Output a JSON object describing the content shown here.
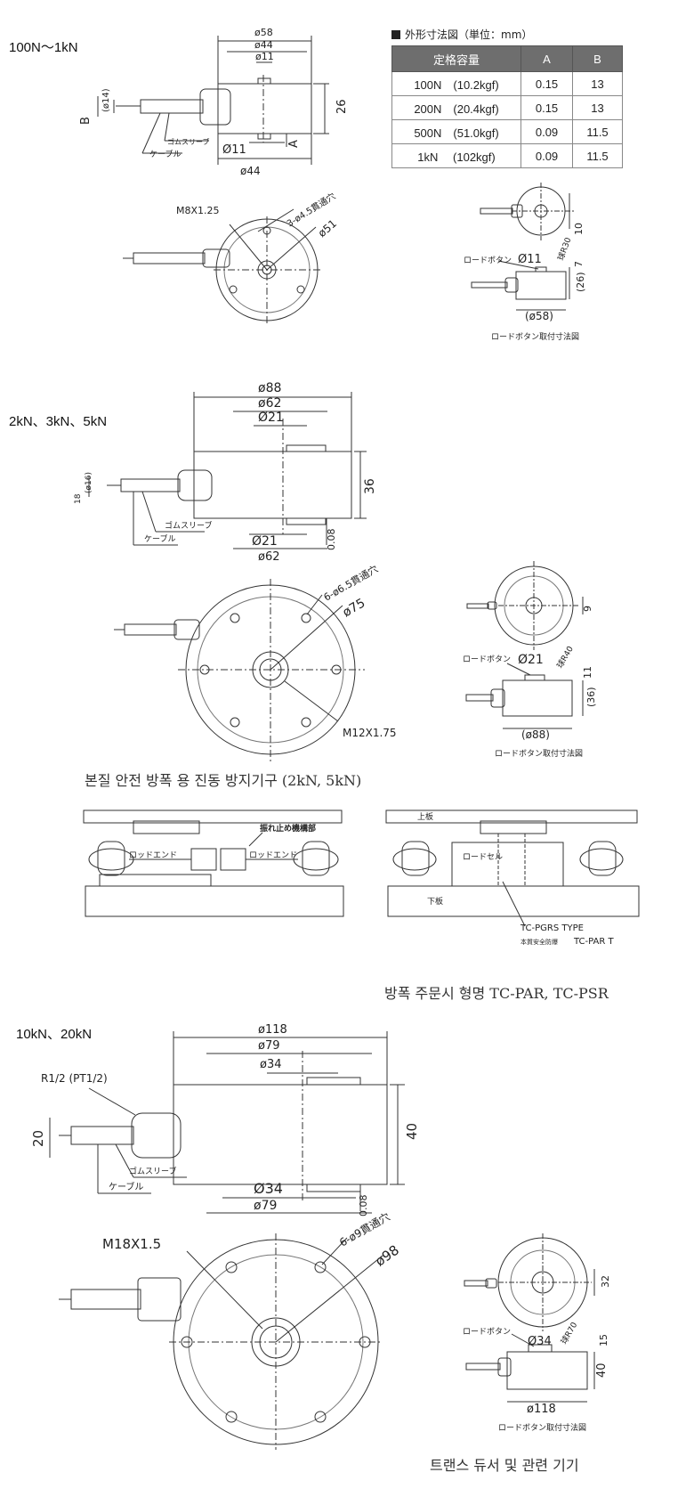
{
  "sections": {
    "s1": "100N～1kN",
    "s2": "2kN、3kN、5kN",
    "s3": "10kN、20kN"
  },
  "spec_table": {
    "title": "外形寸法図（単位：mm）",
    "headers": [
      "定格容量",
      "A",
      "B"
    ],
    "rows": [
      {
        "cap": "100N　(10.2kgf)",
        "a": "0.15",
        "b": "13"
      },
      {
        "cap": "200N　(20.4kgf)",
        "a": "0.15",
        "b": "13"
      },
      {
        "cap": "500N　(51.0kgf)",
        "a": "0.09",
        "b": "11.5"
      },
      {
        "cap": "1kN　 (102kgf)",
        "a": "0.09",
        "b": "11.5"
      }
    ]
  },
  "captions": {
    "c1": "본질 안전 방폭 용 진동 방지기구 (2kN, 5kN)",
    "c2": "방폭 주문시 형명 TC-PAR, TC-PSR",
    "c3": "트랜스 듀서 및 관련 기기"
  },
  "dims1": {
    "d58": "ø58",
    "d44": "ø44",
    "d11": "ø11",
    "h26": "26",
    "b": "B",
    "a": "A",
    "d14": "(ø14)",
    "sleeve": "ゴムスリーブ",
    "cable": "ケーブル",
    "b11": "Ø11",
    "b44": "ø44",
    "thread": "M8X1.25",
    "holes": "3-ø4.5貫通穴",
    "d51": "ø51"
  },
  "mount1": {
    "button": "ロードボタン",
    "d11": "Ø11",
    "r30": "球R30",
    "v10": "10",
    "v7": "7",
    "v26": "(26)",
    "d58": "(ø58)",
    "label": "ロードボタン取付寸法図"
  },
  "dims2": {
    "d88": "ø88",
    "d62": "ø62",
    "d21": "Ø21",
    "h36": "36",
    "v18": "18",
    "d16": "(ø16)",
    "sleeve": "ゴムスリーブ",
    "cable": "ケーブル",
    "b21": "Ø21",
    "b62": "ø62",
    "v008": "0.08",
    "holes": "6-ø6.5貫通穴",
    "d75": "ø75",
    "thread": "M12X1.75"
  },
  "mount2": {
    "button": "ロードボタン",
    "d21": "Ø21",
    "r40": "球R40",
    "v11": "11",
    "v36": "(36)",
    "d88": "(ø88)",
    "v9": "9",
    "label": "ロードボタン取付寸法図"
  },
  "assembly": {
    "stopper": "振れ止め機構部",
    "rodend_l": "ロッドエンド",
    "rodend_r": "ロッドエンド",
    "top": "上板",
    "cell": "ロードセル",
    "bottom": "下板",
    "type1": "TC-PGRS TYPE",
    "type2_prefix": "本質安全防爆",
    "type2": "TC-PAR T"
  },
  "dims3": {
    "d118": "ø118",
    "d79": "ø79",
    "d34": "ø34",
    "r12": "R1/2 (PT1/2)",
    "h40": "40",
    "v20": "20",
    "sleeve": "ゴムスリーブ",
    "cable": "ケーブル",
    "b34": "Ø34",
    "b79": "ø79",
    "v008": "0.08",
    "thread": "M18X1.5",
    "holes": "6-ø9貫通穴",
    "d98": "ø98"
  },
  "mount3": {
    "button": "ロードボタン",
    "d34": "Ø34",
    "r70": "球R70",
    "v15": "15",
    "v40": "40",
    "v32": "32",
    "d118": "ø118",
    "label": "ロードボタン取付寸法図"
  }
}
